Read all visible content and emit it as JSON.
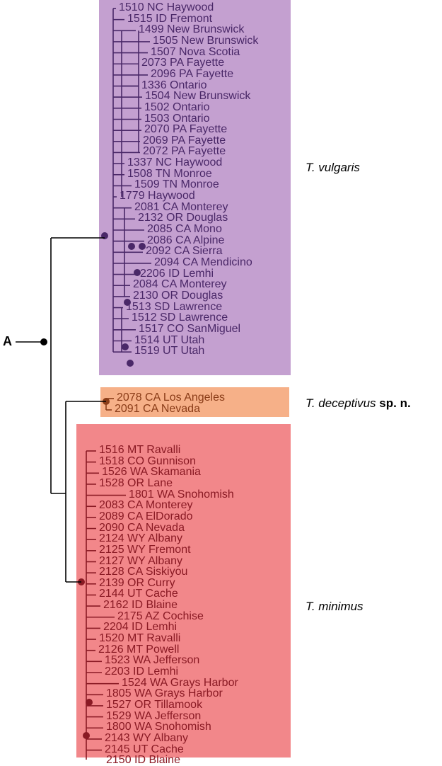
{
  "node_label": "A",
  "colors": {
    "vulgaris_box": "#c4a0d0",
    "deceptivus_box": "#f6b088",
    "minimus_box": "#f2878a",
    "vulgaris_line": "#4a2868",
    "deceptivus_line": "#8a3c18",
    "minimus_line": "#8a1a24",
    "root_line": "#000000"
  },
  "clades": {
    "vulgaris": {
      "species": "T. vulgaris",
      "leaves": [
        "1510 NC Haywood",
        "1515 ID Fremont",
        "1499 New Brunswick",
        "1505 New Brunswick",
        "1507 Nova Scotia",
        "2073 PA Fayette",
        "2096 PA Fayette",
        "1336 Ontario",
        "1504 New Brunswick",
        "1502 Ontario",
        "1503 Ontario",
        "2070 PA Fayette",
        "2069 PA Fayette",
        "2072 PA Fayette",
        "1337 NC Haywood",
        "1508 TN Monroe",
        "1509 TN Monroe",
        "1779 Haywood",
        "2081 CA Monterey",
        "2132 OR Douglas",
        "2085 CA Mono",
        "2086 CA Alpine",
        "2092 CA Sierra",
        "2094 CA Mendicino",
        "2206 ID Lemhi",
        "2084 CA Monterey",
        "2130 OR Douglas",
        "1513 SD Lawrence",
        "1512 SD Lawrence",
        "1517 CO SanMiguel",
        "1514 UT Utah",
        "1519 UT Utah"
      ]
    },
    "deceptivus": {
      "species": "T. deceptivus",
      "species_suffix": "sp. n.",
      "leaves": [
        "2078 CA Los Angeles",
        "2091 CA Nevada"
      ]
    },
    "minimus": {
      "species": "T. minimus",
      "leaves": [
        "1516 MT Ravalli",
        "1518 CO Gunnison",
        "1526 WA Skamania",
        "1528 OR Lane",
        "1801 WA Snohomish",
        "2083 CA Monterey",
        "2089 CA ElDorado",
        "2090 CA Nevada",
        "2124 WY Albany",
        "2125 WY Fremont",
        "2127 WY Albany",
        "2128 CA Siskiyou",
        "2139 OR Curry",
        "2144 UT Cache",
        "2162 ID Blaine",
        "2175 AZ Cochise",
        "2204 ID Lemhi",
        "1520 MT Ravalli",
        "2126 MT Powell",
        "1523 WA Jefferson",
        "2203 ID Lemhi",
        "1524 WA Grays Harbor",
        "1805 WA Grays Harbor",
        "1527 OR Tillamook",
        "1529 WA Jefferson",
        "1800 WA Snohomish",
        "2143 WY Albany",
        "2145 UT Cache",
        "2150 ID Blaine"
      ]
    }
  }
}
